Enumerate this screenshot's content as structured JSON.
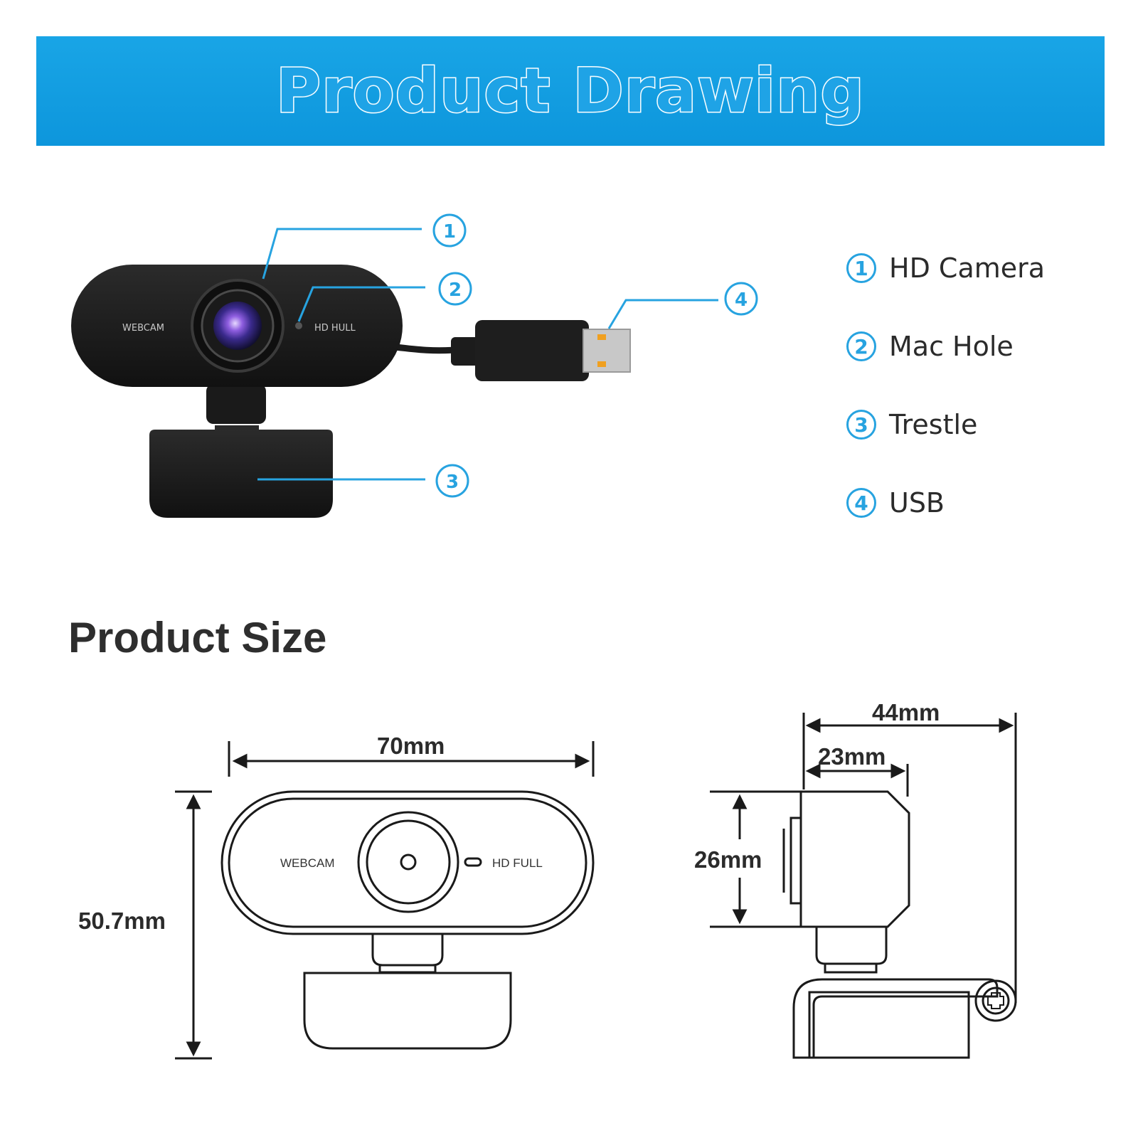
{
  "banner": {
    "title": "Product Drawing"
  },
  "camera_photo": {
    "label_left": "WEBCAM",
    "label_right": "HD HULL"
  },
  "callouts": [
    {
      "number": "1",
      "label": "HD Camera"
    },
    {
      "number": "2",
      "label": "Mac Hole"
    },
    {
      "number": "3",
      "label": "Trestle"
    },
    {
      "number": "4",
      "label": "USB"
    }
  ],
  "size_section": {
    "title": "Product Size",
    "front_labels": {
      "left": "WEBCAM",
      "right": "HD FULL"
    },
    "dimensions": {
      "width": "70mm",
      "height": "50.7mm",
      "depth_total": "44mm",
      "depth_body": "23mm",
      "body_height": "26mm"
    }
  },
  "colors": {
    "accent": "#27a3e0",
    "banner": "#139cdf",
    "text": "#2b2b2b"
  }
}
